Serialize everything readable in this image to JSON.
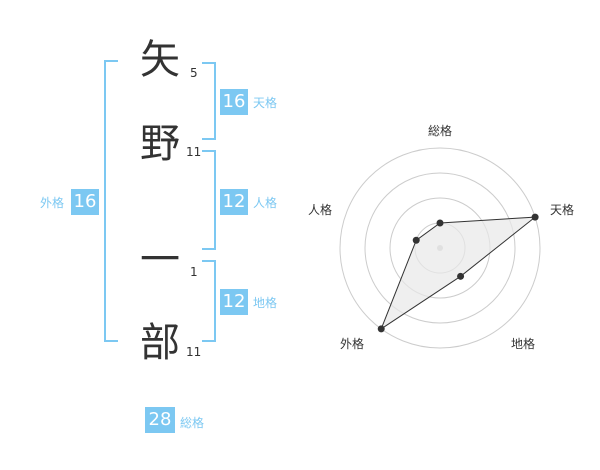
{
  "name": {
    "chars": [
      {
        "char": "矢",
        "strokes": "5"
      },
      {
        "char": "野",
        "strokes": "11"
      },
      {
        "char": "一",
        "strokes": "1"
      },
      {
        "char": "部",
        "strokes": "11"
      }
    ]
  },
  "fortunes": {
    "tenkaku": {
      "value": "16",
      "label": "天格"
    },
    "jinkaku": {
      "value": "12",
      "label": "人格"
    },
    "chikaku": {
      "value": "12",
      "label": "地格"
    },
    "gaikaku": {
      "value": "16",
      "label": "外格"
    },
    "soukaku": {
      "value": "28",
      "label": "総格"
    }
  },
  "colors": {
    "accent": "#7cc8f2",
    "text": "#333333",
    "grid": "#cccccc",
    "polygon_fill": "#e8e8e8"
  },
  "chart_data": {
    "type": "radar",
    "axes": [
      "総格",
      "天格",
      "地格",
      "外格",
      "人格"
    ],
    "values": [
      0.25,
      1.0,
      0.35,
      1.0,
      0.25
    ],
    "rings": 4
  }
}
